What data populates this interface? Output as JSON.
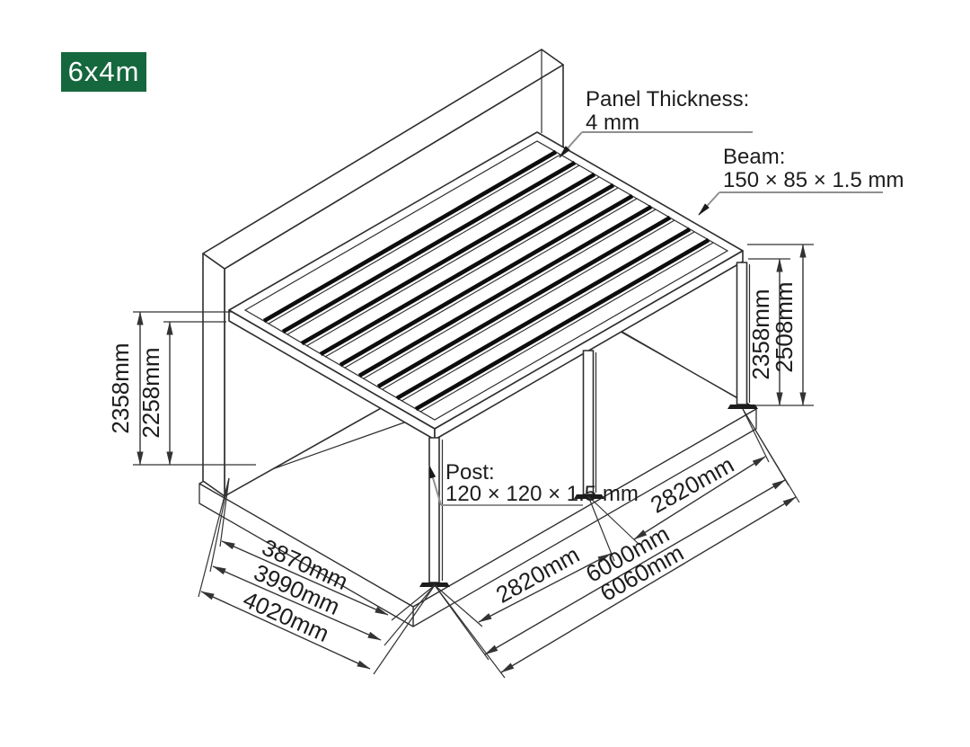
{
  "badge": {
    "label": "6x4m"
  },
  "colors": {
    "badge_bg": "#15673e",
    "badge_text": "#ffffff",
    "line": "#2e2e2e",
    "leader_line": "#8f8f8f",
    "text": "#1d1d1d",
    "background": "#ffffff"
  },
  "callouts": {
    "panel": {
      "title": "Panel Thickness:",
      "value": "4 mm"
    },
    "beam": {
      "title": "Beam:",
      "value": "150 × 85 × 1.5 mm"
    },
    "post": {
      "title": "Post:",
      "value": "120 × 120 × 1.5 mm"
    }
  },
  "dimensions": {
    "height_left": [
      "2358mm",
      "2258mm"
    ],
    "height_right": [
      "2358mm",
      "2508mm"
    ],
    "depth_left": [
      "3870mm",
      "3990mm",
      "4020mm"
    ],
    "width_front": [
      "2820mm",
      "2820mm",
      "6000mm",
      "6060mm"
    ]
  }
}
